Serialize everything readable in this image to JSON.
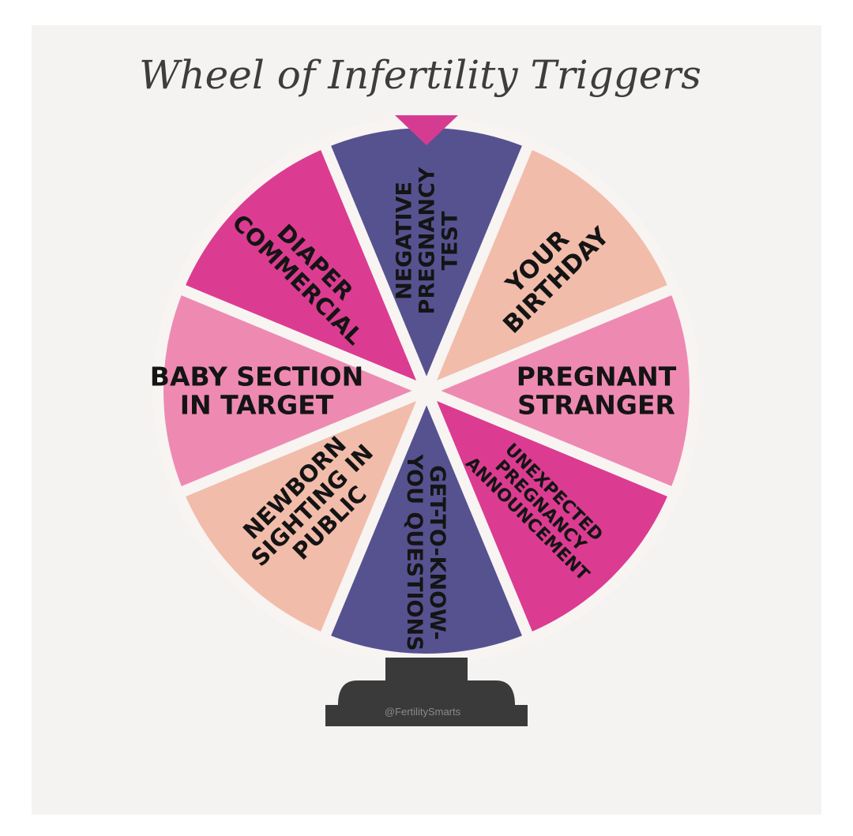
{
  "title": "Wheel of Infertility Triggers",
  "credit": "@FertilitySmarts",
  "colors": {
    "background": "#f4f3f2",
    "separator": "#f7f4f2",
    "pointer": "#d63b92",
    "stand": "#3a3a3a",
    "text": "#141414",
    "title": "#3d3d3d"
  },
  "segments": [
    {
      "label_lines": [
        "NEGATIVE",
        "PREGNANCY",
        "TEST"
      ],
      "color": "#565290"
    },
    {
      "label_lines": [
        "YOUR",
        "BIRTHDAY"
      ],
      "color": "#f2bcaa"
    },
    {
      "label_lines": [
        "PREGNANT",
        "STRANGER"
      ],
      "color": "#ee8ab2"
    },
    {
      "label_lines": [
        "UNEXPECTED",
        "PREGNANCY",
        "ANNOUNCEMENT"
      ],
      "color": "#db3c91"
    },
    {
      "label_lines": [
        "GET-TO-KNOW-",
        "YOU QUESTIONS"
      ],
      "color": "#565290"
    },
    {
      "label_lines": [
        "NEWBORN",
        "SIGHTING IN",
        "PUBLIC"
      ],
      "color": "#f2bcaa"
    },
    {
      "label_lines": [
        "BABY SECTION",
        "IN TARGET"
      ],
      "color": "#ee8ab2"
    },
    {
      "label_lines": [
        "DIAPER",
        "COMMERCIAL"
      ],
      "color": "#db3c91"
    }
  ]
}
